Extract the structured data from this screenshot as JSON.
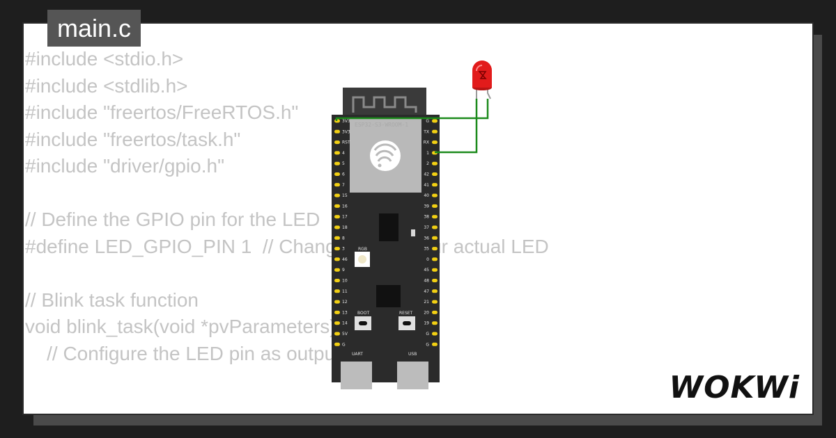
{
  "editor": {
    "filename": "main.c",
    "code_lines": [
      "#include <stdio.h>",
      "#include <stdlib.h>",
      "#include \"freertos/FreeRTOS.h\"",
      "#include \"freertos/task.h\"",
      "#include \"driver/gpio.h\"",
      "",
      "// Define the GPIO pin for the LED",
      "#define LED_GPIO_PIN 1  // Change this to your actual LED",
      "",
      "// Blink task function",
      "void blink_task(void *pvParameters) {",
      "    // Configure the LED pin as output"
    ]
  },
  "board": {
    "module_label": "ESP32-S3-WROOM-1",
    "left_pins": [
      "3V3",
      "3V3",
      "RST",
      "4",
      "5",
      "6",
      "7",
      "15",
      "16",
      "17",
      "18",
      "8",
      "3",
      "46",
      "9",
      "10",
      "11",
      "12",
      "13",
      "14",
      "5V",
      "G"
    ],
    "right_pins": [
      "G",
      "TX",
      "RX",
      "1",
      "2",
      "42",
      "41",
      "40",
      "39",
      "38",
      "37",
      "36",
      "35",
      "0",
      "45",
      "48",
      "47",
      "21",
      "20",
      "19",
      "G",
      "G"
    ],
    "labels": {
      "rgb": "RGB",
      "boot": "BOOT",
      "reset": "RESET",
      "uart": "UART",
      "usb": "USB"
    },
    "colors": {
      "board": "#2b2b2b",
      "pin": "#f2d013",
      "wire": "#1b8a1b",
      "led": "#e21b1b"
    }
  },
  "led": {
    "icon": "red-led-icon"
  },
  "brand": {
    "logo_text": "WOKWi"
  }
}
